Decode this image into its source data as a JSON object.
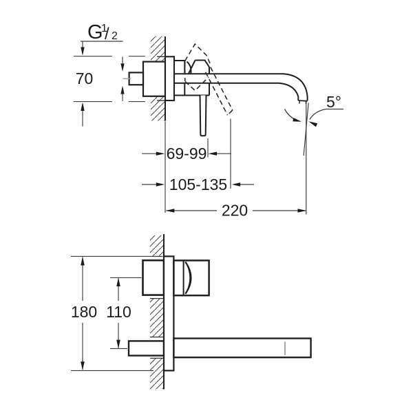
{
  "meta": {
    "background": "#ffffff",
    "object_line_color": "#1f1f1f",
    "dimension_line_color": "#3c3c3c",
    "centerline_color": "#9a9a9a",
    "description": "Technical installation drawing of a 2-hole wall-mounted basin mixer tap, side view (top) and plan view (bottom) with millimetre dimensions"
  },
  "dimensions": {
    "thread": {
      "prefix": "G",
      "sup": "1",
      "slash": "/",
      "sub": "2"
    },
    "rosette_height": "70",
    "lever_projection": "69-99",
    "lever_projection_open": "105-135",
    "spout_projection": "220",
    "stream_angle": "5°",
    "rosette_length": "180",
    "spout_offset": "110"
  }
}
